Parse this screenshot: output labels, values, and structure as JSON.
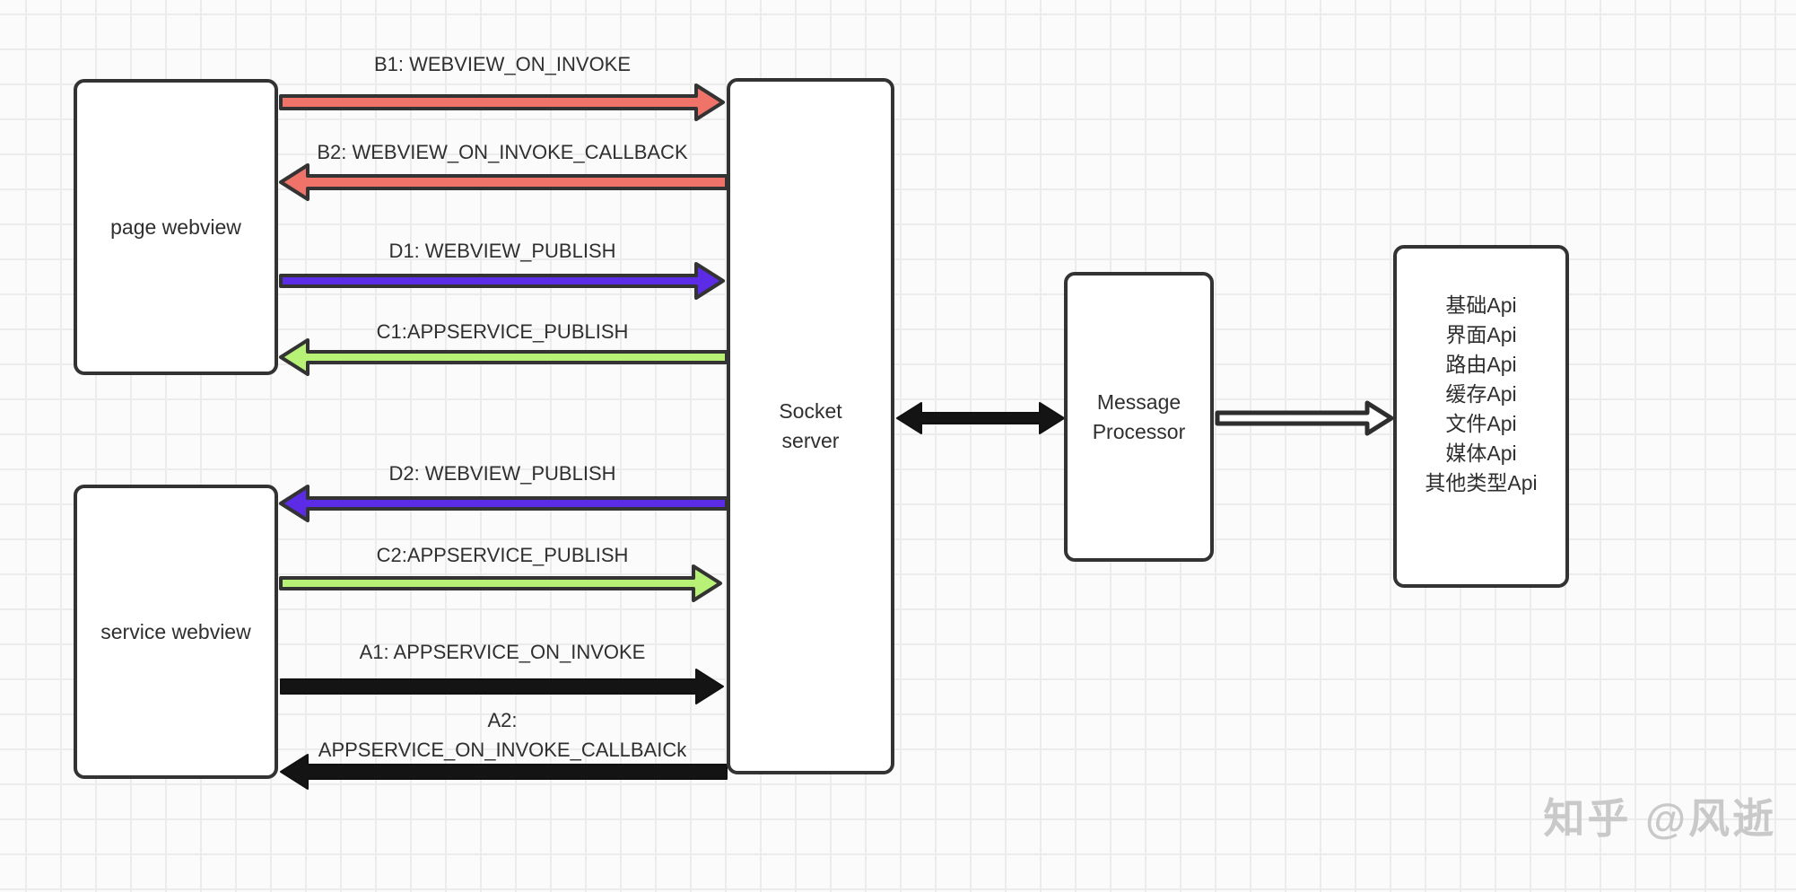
{
  "diagram": {
    "boxes": {
      "page_webview": {
        "label": "page webview"
      },
      "service_webview": {
        "label": "service webview"
      },
      "socket_server": {
        "label_line1": "Socket",
        "label_line2": "server"
      },
      "message_processor": {
        "label_line1": "Message",
        "label_line2": "Processor"
      },
      "api_box": {
        "items": [
          "基础Api",
          "界面Api",
          "路由Api",
          "缓存Api",
          "文件Api",
          "媒体Api",
          "其他类型Api"
        ]
      }
    },
    "arrows": [
      {
        "id": "b1",
        "label": "B1: WEBVIEW_ON_INVOKE",
        "color": "#ef7368",
        "direction": "right"
      },
      {
        "id": "b2",
        "label": "B2: WEBVIEW_ON_INVOKE_CALLBACK",
        "color": "#ef7368",
        "direction": "left"
      },
      {
        "id": "d1",
        "label": "D1: WEBVIEW_PUBLISH",
        "color": "#5c2be5",
        "direction": "right"
      },
      {
        "id": "c1",
        "label": "C1:APPSERVICE_PUBLISH",
        "color": "#b7f277",
        "direction": "left"
      },
      {
        "id": "d2",
        "label": "D2: WEBVIEW_PUBLISH",
        "color": "#5c2be5",
        "direction": "left"
      },
      {
        "id": "c2",
        "label": "C2:APPSERVICE_PUBLISH",
        "color": "#b7f277",
        "direction": "right"
      },
      {
        "id": "a1",
        "label": "A1: APPSERVICE_ON_INVOKE",
        "color": "#141414",
        "direction": "right"
      },
      {
        "id": "a2",
        "label_line1": "A2:",
        "label_line2": "APPSERVICE_ON_INVOKE_CALLBAICk",
        "color": "#141414",
        "direction": "left"
      },
      {
        "id": "link",
        "label": "",
        "color": "#141414",
        "direction": "both"
      },
      {
        "id": "out",
        "label": "",
        "color": "#ffffff",
        "direction": "right"
      }
    ],
    "watermark": "知乎 @风逝",
    "colors": {
      "box_border": "#333333",
      "arrow_outline": "#333333",
      "label_text": "#2f2f2f",
      "watermark_text": "#c9c9c9",
      "grid_line": "#ececec",
      "background": "#fbfbfb"
    }
  }
}
